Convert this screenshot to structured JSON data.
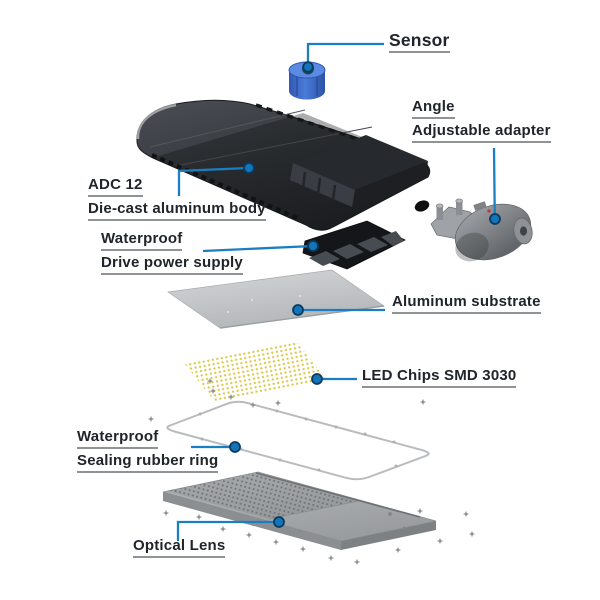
{
  "diagram_type": "exploded-view product diagram",
  "labels": {
    "sensor": {
      "line1": "Sensor"
    },
    "adapter": {
      "line1": "Angle",
      "line2": "Adjustable adapter"
    },
    "body": {
      "line1": "ADC 12",
      "line2": "Die-cast aluminum body"
    },
    "power_supply": {
      "line1": "Waterproof",
      "line2": "Drive power supply"
    },
    "substrate": {
      "line1": "Aluminum substrate"
    },
    "led_chips": {
      "line1": "LED Chips SMD 3030"
    },
    "rubber_ring": {
      "line1": "Waterproof",
      "line2": "Sealing rubber ring"
    },
    "optical_lens": {
      "line1": "Optical Lens"
    }
  },
  "colors": {
    "leader_line": "#1b7ec2",
    "marker_fill": "#1474b8",
    "marker_ring": "#0a3a60",
    "label_text": "#20242b",
    "label_underline": "#8f9396",
    "sensor_blue": "#3f6fd2",
    "body_dark": "#2e3136",
    "led_yellow": "#d9c63f",
    "metal_gray": "#c3c6c8",
    "background": "#ffffff"
  }
}
